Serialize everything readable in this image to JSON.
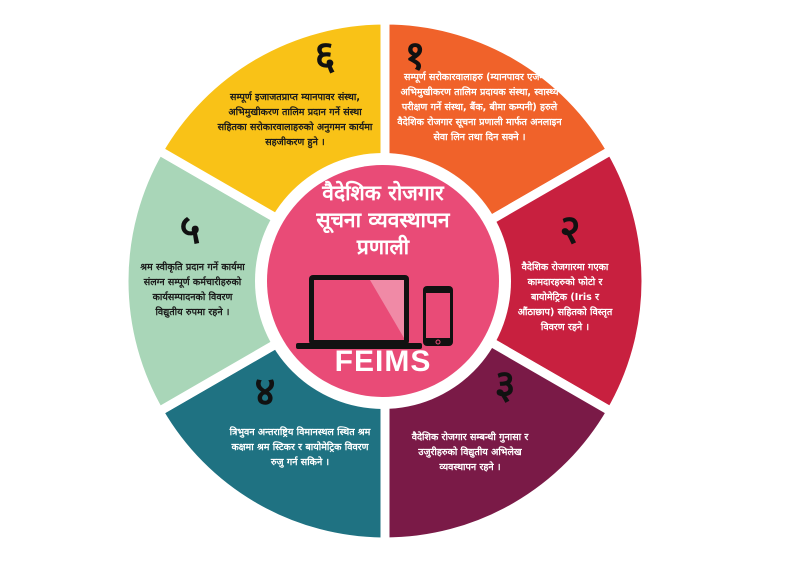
{
  "center": {
    "title_lines": [
      "वैदेशिक रोजगार",
      "सूचना व्यवस्थापन",
      "प्रणाली"
    ],
    "acronym": "FEIMS",
    "color": "#e94b77"
  },
  "segments": [
    {
      "number": "१",
      "color": "#f0622a",
      "text_color": "#ffffff",
      "text": "सम्पूर्ण सरोकारवालाहरु (म्यानपावर एजेन्सी, अभिमुखीकरण तालिम प्रदायक संस्था, स्वास्थ्य परीक्षण गर्ने संस्था, बैंक, बीमा कम्पनी) हरुले वैदेशिक रोजगार सूचना प्रणाली मार्फत अनलाइन सेवा लिन तथा दिन सक्ने ।"
    },
    {
      "number": "२",
      "color": "#c8203f",
      "text_color": "#ffffff",
      "text": "वैदेशिक रोजगारमा गएका कामदारहरुको फोटो र बायोमेट्रिक (Iris र औंठाछाप) सहितको विस्तृत विवरण रहने ।"
    },
    {
      "number": "३",
      "color": "#7a1a47",
      "text_color": "#ffffff",
      "text": "वैदेशिक रोजगार सम्बन्धी गुनासा र उजुरीहरुको विद्युतीय अभिलेख व्यवस्थापन रहने ।"
    },
    {
      "number": "४",
      "color": "#1f7282",
      "text_color": "#ffffff",
      "text": "त्रिभुवन अन्तराष्ट्रिय विमानस्थल स्थित श्रम कक्षमा श्रम स्टिकर र बायोमेट्रिक विवरण रुजु गर्न सकिने ।"
    },
    {
      "number": "५",
      "color": "#a9d6b8",
      "text_color": "#1a1a1a",
      "text": "श्रम स्वीकृति प्रदान गर्ने कार्यमा संलग्न सम्पूर्ण कर्मचारीहरुको कार्यसम्पादनको विवरण विद्युतीय रुपमा रहने ।"
    },
    {
      "number": "६",
      "color": "#f9c217",
      "text_color": "#1a1a1a",
      "text": "सम्पूर्ण इजाजतप्राप्त म्यानपावर संस्था, अभिमुखीकरण तालिम प्रदान गर्ने संस्था सहितका सरोकारवालाहरुको अनुगमन कार्यमा सहजीकरण हुने ।"
    }
  ]
}
